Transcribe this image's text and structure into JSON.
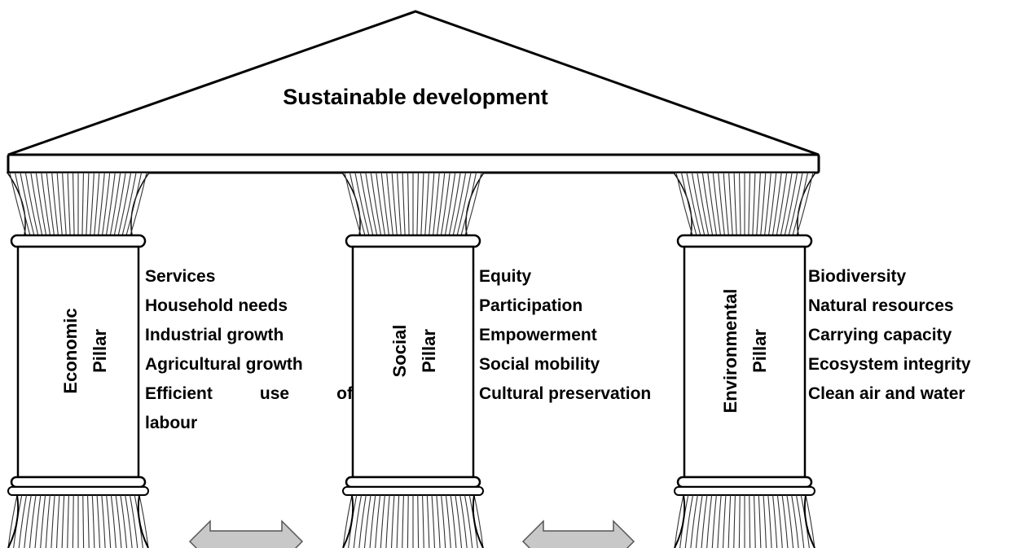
{
  "title": "Sustainable development",
  "pillars": [
    {
      "id": "economic",
      "label_line1": "Economic",
      "label_line2": "Pillar",
      "items": [
        "Services",
        "Household needs",
        "Industrial growth",
        "Agricultural growth"
      ],
      "last_item_words": [
        "Efficient",
        "use",
        "of"
      ],
      "last_item_tail": "labour"
    },
    {
      "id": "social",
      "label_line1": "Social",
      "label_line2": "Pillar",
      "items": [
        "Equity",
        "Participation",
        "Empowerment",
        "Social mobility",
        "Cultural preservation"
      ]
    },
    {
      "id": "environmental",
      "label_line1": "Environmental",
      "label_line2": "Pillar",
      "items": [
        "Biodiversity",
        "Natural resources",
        "Carrying capacity",
        "Ecosystem integrity",
        "Clean air and water"
      ]
    }
  ],
  "colors": {
    "line": "#000000",
    "arrow_fill": "#c8c8c8",
    "background": "#ffffff"
  }
}
